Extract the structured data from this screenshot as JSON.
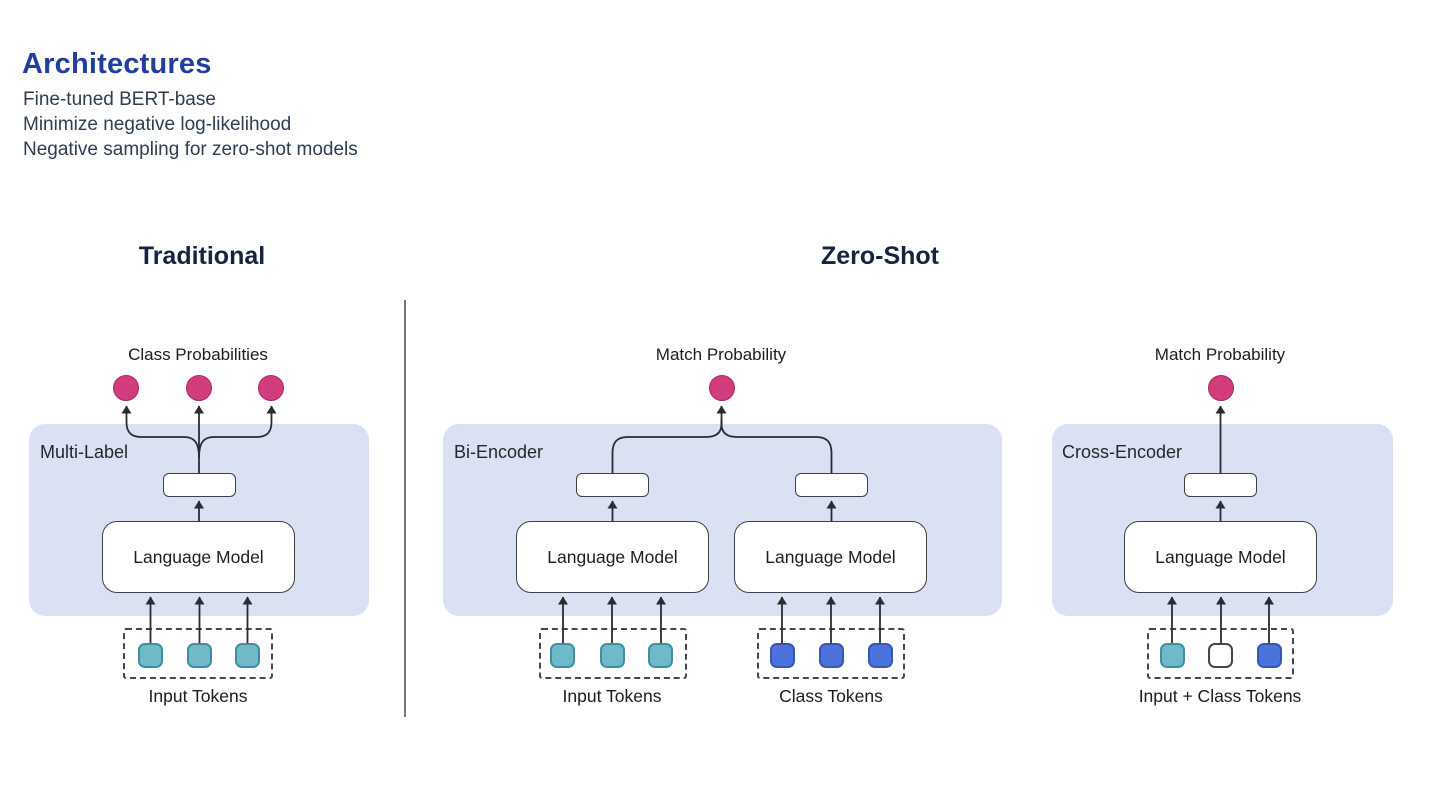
{
  "header": {
    "title": "Architectures",
    "subtitle_lines": [
      "Fine-tuned BERT-base",
      "Minimize negative log-likelihood",
      "Negative sampling for zero-shot models"
    ]
  },
  "sections": {
    "traditional_title": "Traditional",
    "zero_shot_title": "Zero-Shot"
  },
  "diagrams": {
    "multi_label": {
      "panel_label": "Multi-Label",
      "output_label": "Class Probabilities",
      "output_circles": 3,
      "model_label": "Language Model",
      "tokens_label": "Input Tokens",
      "tokens": [
        "input",
        "input",
        "input"
      ]
    },
    "bi_encoder": {
      "panel_label": "Bi-Encoder",
      "output_label": "Match Probability",
      "output_circles": 1,
      "input_model_label": "Language Model",
      "class_model_label": "Language Model",
      "input_tokens_label": "Input Tokens",
      "class_tokens_label": "Class Tokens",
      "input_tokens": [
        "input",
        "input",
        "input"
      ],
      "class_tokens": [
        "class",
        "class",
        "class"
      ]
    },
    "cross_encoder": {
      "panel_label": "Cross-Encoder",
      "output_label": "Match Probability",
      "output_circles": 1,
      "model_label": "Language Model",
      "tokens_label": "Input + Class Tokens",
      "tokens": [
        "input",
        "separator",
        "class"
      ]
    }
  },
  "colors": {
    "title_blue": "#1e3f9e",
    "subtitle_slate": "#2e3d52",
    "section_navy": "#172440",
    "panel_background": "#dae1f3",
    "probability_circle_pink": "#d23c7d",
    "input_token_teal": "#70b9c8",
    "class_token_blue": "#4b73da",
    "separator_token_white": "#ffffff",
    "connector_line": "#2b2b31"
  }
}
